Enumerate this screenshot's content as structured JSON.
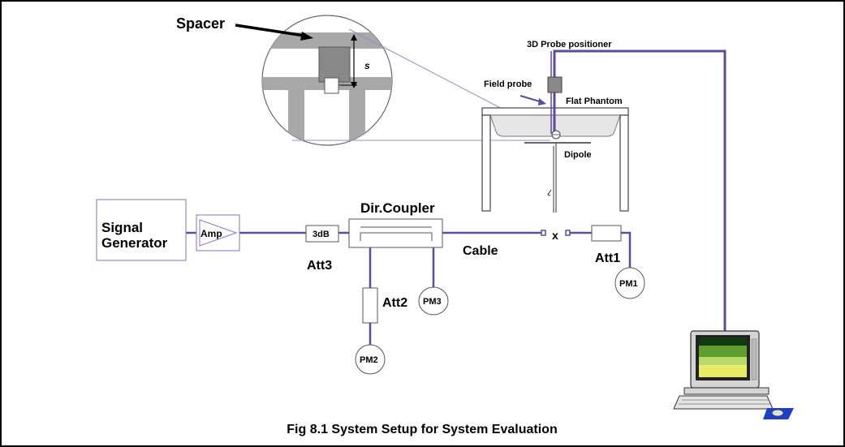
{
  "diagram": {
    "caption": "Fig 8.1 System Setup for System Evaluation",
    "labels": {
      "spacer": "Spacer",
      "s": "s",
      "probe_positioner": "3D Probe positioner",
      "field_probe": "Field probe",
      "flat_phantom": "Flat Phantom",
      "dipole": "Dipole",
      "signal_generator_line1": "Signal",
      "signal_generator_line2": "Generator",
      "amp": "Amp",
      "att_3db": "3dB",
      "att3": "Att3",
      "dir_coupler": "Dir.Coupler",
      "cable": "Cable",
      "x": "x",
      "att1": "Att1",
      "pm1": "PM1",
      "att2": "Att2",
      "pm3": "PM3",
      "pm2": "PM2"
    },
    "colors": {
      "cable": "#5c4a9c",
      "box_outline": "#9a88c8",
      "probe_gray": "#888888",
      "zoom_gray": "#a8a8a8",
      "phantom_fill": "#e6e6e6",
      "screen_dark_green": "#0f3a12",
      "screen_green": "#5f9e2f",
      "screen_light_green": "#b9da6a",
      "screen_yellow": "#e8ec64",
      "mousepad_blue": "#1d3fcc"
    }
  }
}
